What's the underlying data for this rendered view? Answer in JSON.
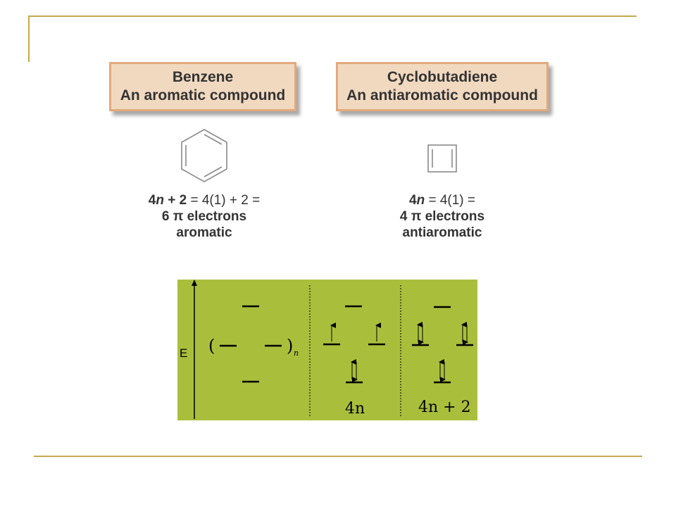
{
  "slide_frame": {
    "border_color": "#c8a84a"
  },
  "benzene": {
    "name": "Benzene",
    "classification": "An aromatic compound",
    "formula_lhs_1": "4",
    "formula_lhs_n": "n",
    "formula_lhs_2": " + 2",
    "formula_rhs": " = 4(1) + 2 =",
    "electrons": "6 π electrons",
    "verdict": "aromatic"
  },
  "cyclobutadiene": {
    "name": "Cyclobutadiene",
    "classification": "An antiaromatic compound",
    "formula_lhs_1": "4",
    "formula_lhs_n": "n",
    "formula_rhs": " = 4(1) =",
    "electrons": "4 π electrons",
    "verdict": "antiaromatic"
  },
  "mo_diagram": {
    "background": "#a9bf3c",
    "axis_label": "E",
    "degenerate_subscript": "n",
    "label_4n": "4n",
    "label_4n_plus_2": "4n + 2"
  }
}
